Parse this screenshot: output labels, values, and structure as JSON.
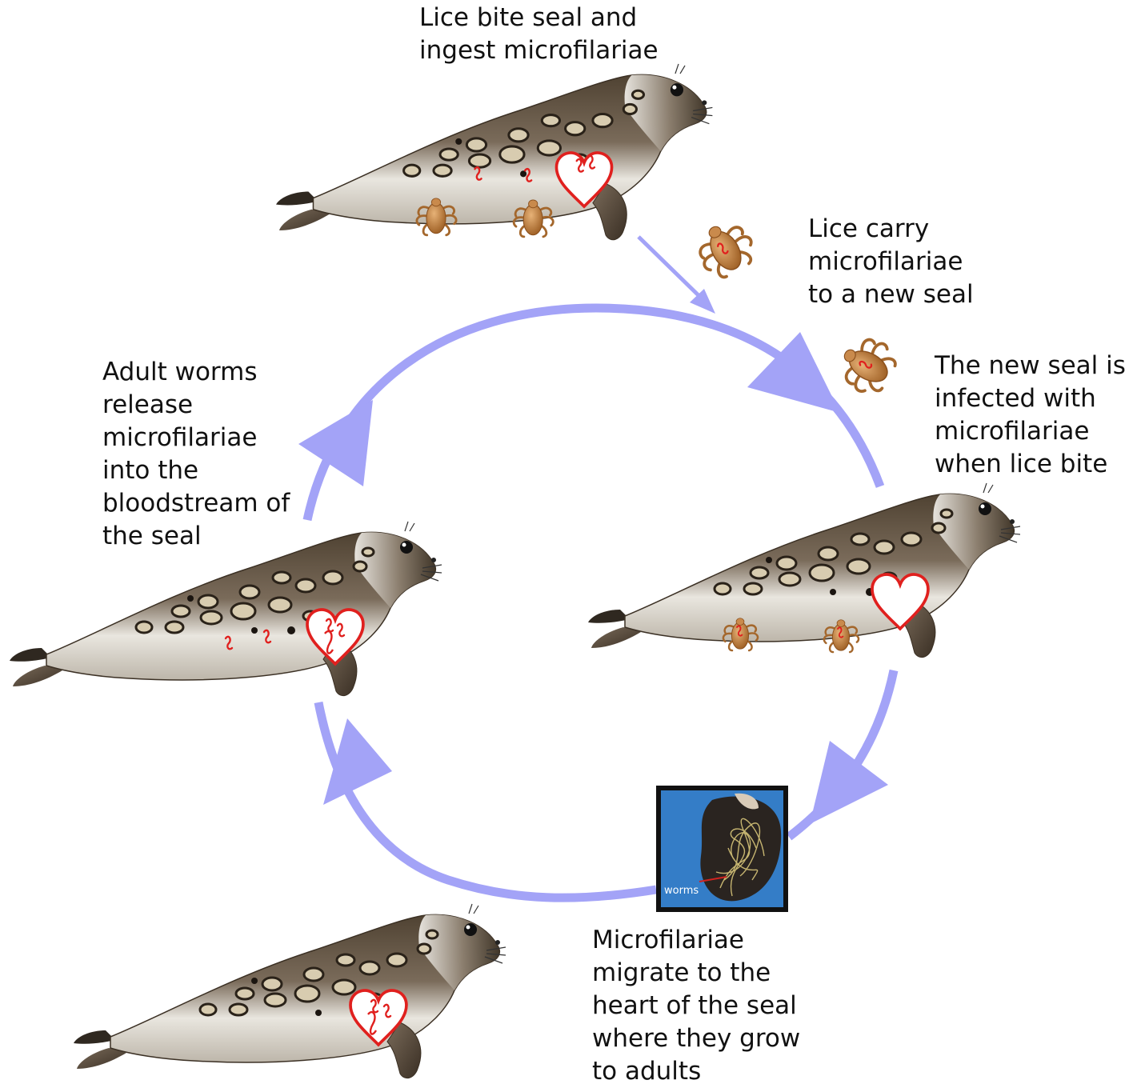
{
  "steps": [
    {
      "id": "lice-bite",
      "text": "Lice bite seal and\ningest microfilariae"
    },
    {
      "id": "lice-carry",
      "text": "Lice carry\nmicrofilariae\nto a new seal"
    },
    {
      "id": "new-seal-infected",
      "text": "The new seal is\ninfected with\nmicrofilariae\nwhen lice bite"
    },
    {
      "id": "migrate-heart",
      "text": "Microfilariae\nmigrate to the\nheart of the seal\nwhere they grow\nto adults"
    },
    {
      "id": "adult-release",
      "text": "Adult worms\nrelease\nmicrofilariae\ninto the\nbloodstream of\nthe seal"
    }
  ],
  "photo": {
    "label": "worms"
  },
  "colors": {
    "cycle_arrow": "#a3a3f7",
    "seal_body": "#5e4f3f",
    "seal_belly": "#f4f2ec",
    "heart_outline": "#e0201e",
    "louse": "#b7773a"
  },
  "icons": [
    "seal",
    "heart-icon",
    "louse-icon",
    "worm-squiggle"
  ]
}
